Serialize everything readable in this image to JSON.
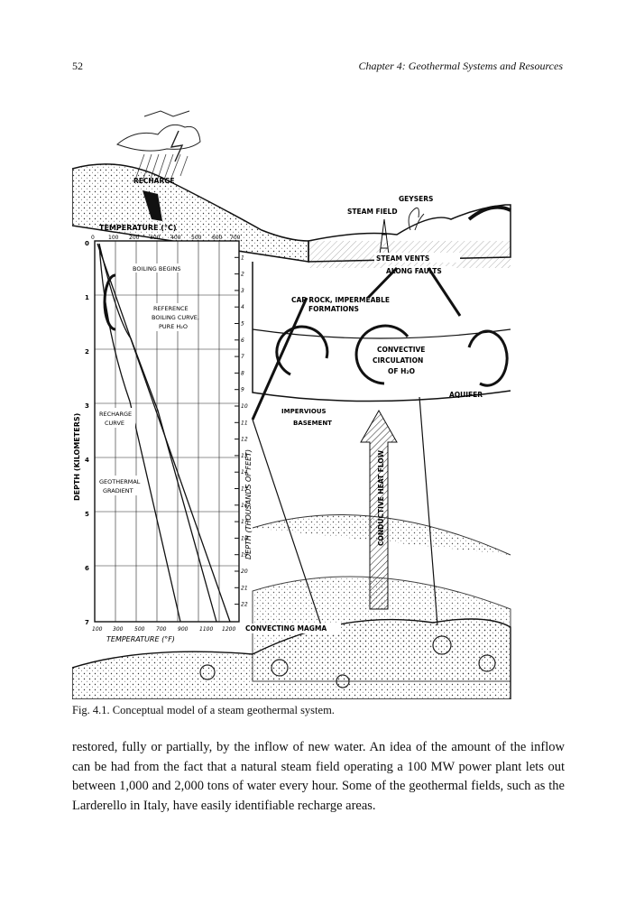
{
  "header": {
    "page_number": "52",
    "chapter_title": "Chapter 4: Geothermal Systems and Resources"
  },
  "figure": {
    "labels": {
      "recharge": "RECHARGE",
      "geysers": "GEYSERS",
      "steam_field": "STEAM FIELD",
      "steam_vents": "STEAM VENTS",
      "along_faults": "ALONG FAULTS",
      "cap_rock_1": "CAP ROCK, IMPERMEABLE",
      "cap_rock_2": "FORMATIONS",
      "convective_1": "CONVECTIVE",
      "convective_2": "CIRCULATION",
      "convective_3": "OF H₂O",
      "aquifer": "AQUIFER",
      "impervious_1": "IMPERVIOUS",
      "impervious_2": "BASEMENT",
      "conductive_heat_flow": "CONDUCTIVE HEAT FLOW",
      "convecting_magma": "CONVECTING MAGMA",
      "boiling_begins": "BOILING BEGINS",
      "reference_1": "REFERENCE",
      "reference_2": "BOILING CURVE,",
      "reference_3": "PURE H₂O",
      "recharge_curve_1": "RECHARGE",
      "recharge_curve_2": "CURVE",
      "geothermal_1": "GEOTHERMAL",
      "geothermal_2": "GRADIENT",
      "temp_c_title": "TEMPERATURE (°C)",
      "temp_f_title": "TEMPERATURE (°F)",
      "depth_km_title": "DEPTH (KILOMETERS)",
      "depth_ft_title": "DEPTH (THOUSANDS OF FEET)"
    },
    "temp_c_ticks": [
      "0",
      "100",
      "200",
      "300",
      "400",
      "500",
      "600",
      "700"
    ],
    "temp_f_ticks": [
      "100",
      "300",
      "500",
      "700",
      "900",
      "1100",
      "1200"
    ],
    "depth_km_ticks": [
      "0",
      "1",
      "2",
      "3",
      "4",
      "5",
      "6",
      "7"
    ],
    "depth_ft_ticks": [
      "1",
      "2",
      "3",
      "4",
      "5",
      "6",
      "7",
      "8",
      "9",
      "10",
      "11",
      "12",
      "13",
      "14",
      "15",
      "16",
      "17",
      "18",
      "19",
      "20",
      "21",
      "22"
    ]
  },
  "caption": "Fig. 4.1. Conceptual model of a steam geothermal system.",
  "body_text": "restored, fully or partially, by the inflow of new water. An idea of the amount of the inflow can be had from the fact that a natural steam field operating a 100 MW power plant lets out between 1,000 and 2,000 tons of water every hour. Some of the geothermal fields, such as the Larderello in Italy, have easily identifiable recharge areas."
}
